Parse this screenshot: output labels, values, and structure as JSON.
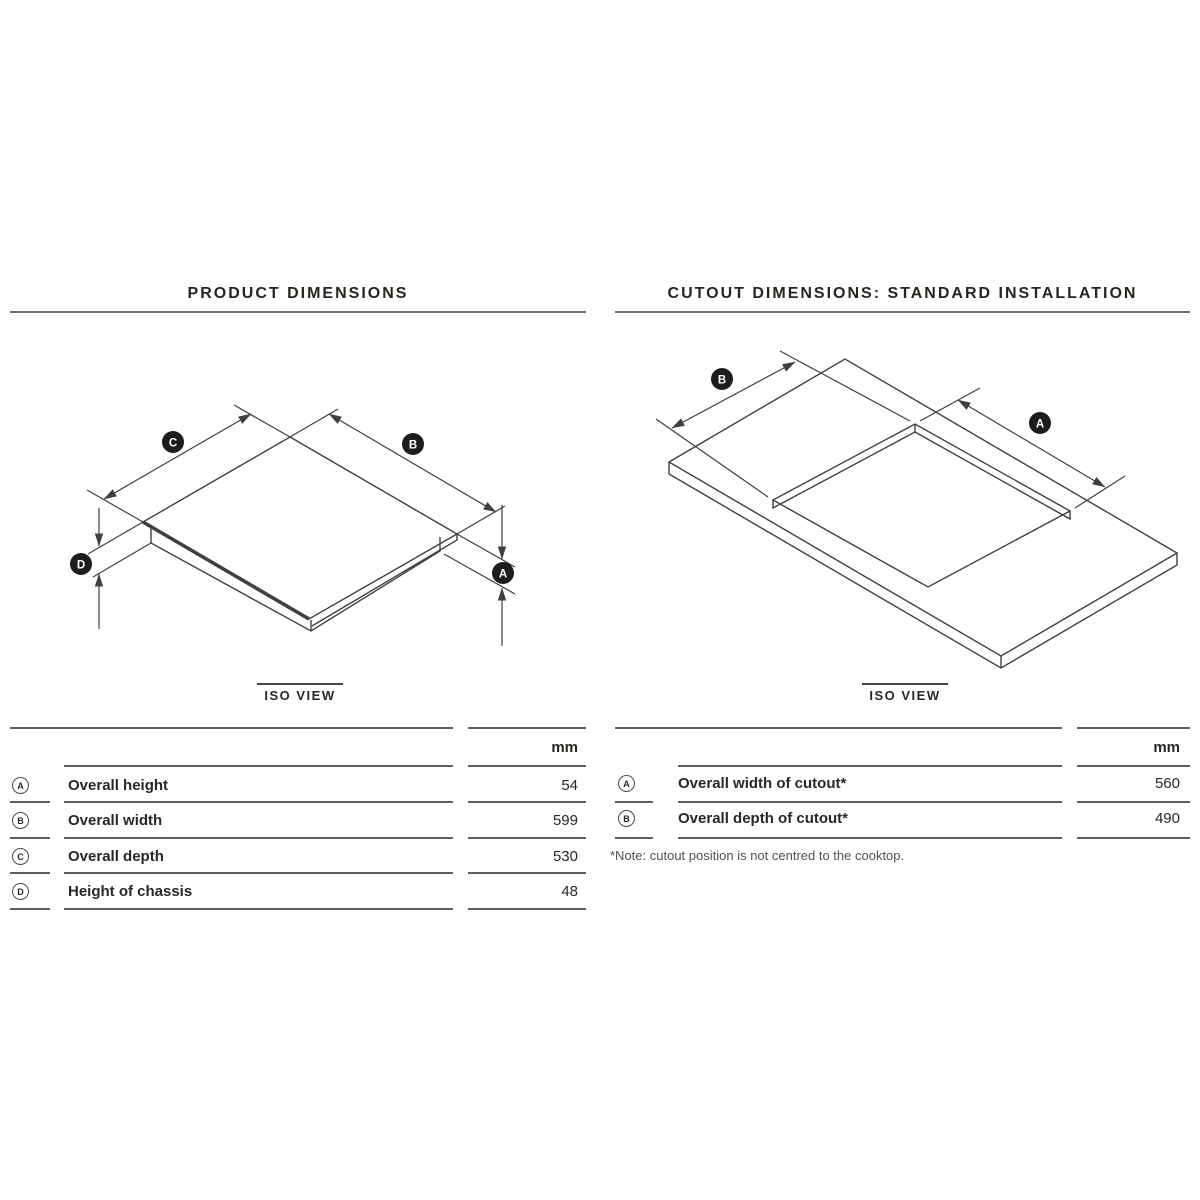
{
  "left_panel": {
    "title": "PRODUCT DIMENSIONS",
    "diagram": {
      "caption": "ISO VIEW",
      "badges": {
        "a": "A",
        "b": "B",
        "c": "C",
        "d": "D"
      }
    },
    "table": {
      "unit_header": "mm",
      "rows": [
        {
          "key": "A",
          "label": "Overall height",
          "value": "54"
        },
        {
          "key": "B",
          "label": "Overall width",
          "value": "599"
        },
        {
          "key": "C",
          "label": "Overall depth",
          "value": "530"
        },
        {
          "key": "D",
          "label": "Height of chassis",
          "value": "48"
        }
      ]
    }
  },
  "right_panel": {
    "title": "CUTOUT DIMENSIONS: STANDARD INSTALLATION",
    "diagram": {
      "caption": "ISO VIEW",
      "badges": {
        "a": "A",
        "b": "B"
      }
    },
    "table": {
      "unit_header": "mm",
      "rows": [
        {
          "key": "A",
          "label": "Overall width of cutout*",
          "value": "560"
        },
        {
          "key": "B",
          "label": "Overall depth of cutout*",
          "value": "490"
        }
      ]
    },
    "note": "*Note: cutout position is not centred to the cooktop."
  },
  "colors": {
    "text": "#282420",
    "table_rule": "#5d5e61",
    "drawing_line": "#3f4041",
    "badge_fill": "#1f1d1b"
  }
}
